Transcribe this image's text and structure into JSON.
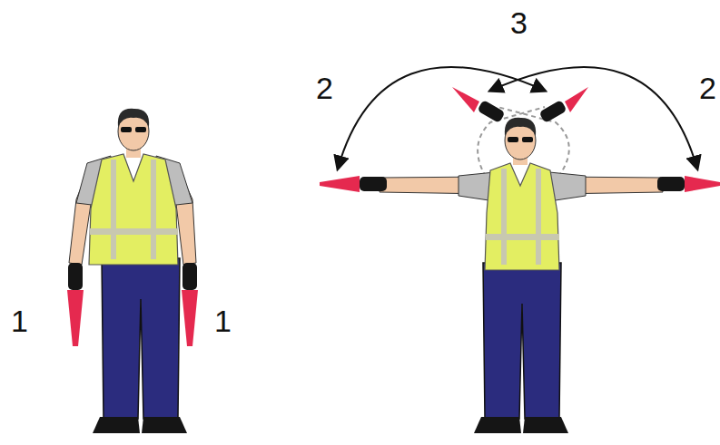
{
  "diagram": {
    "labels": [
      "1",
      "1",
      "2",
      "3",
      "2"
    ]
  }
}
